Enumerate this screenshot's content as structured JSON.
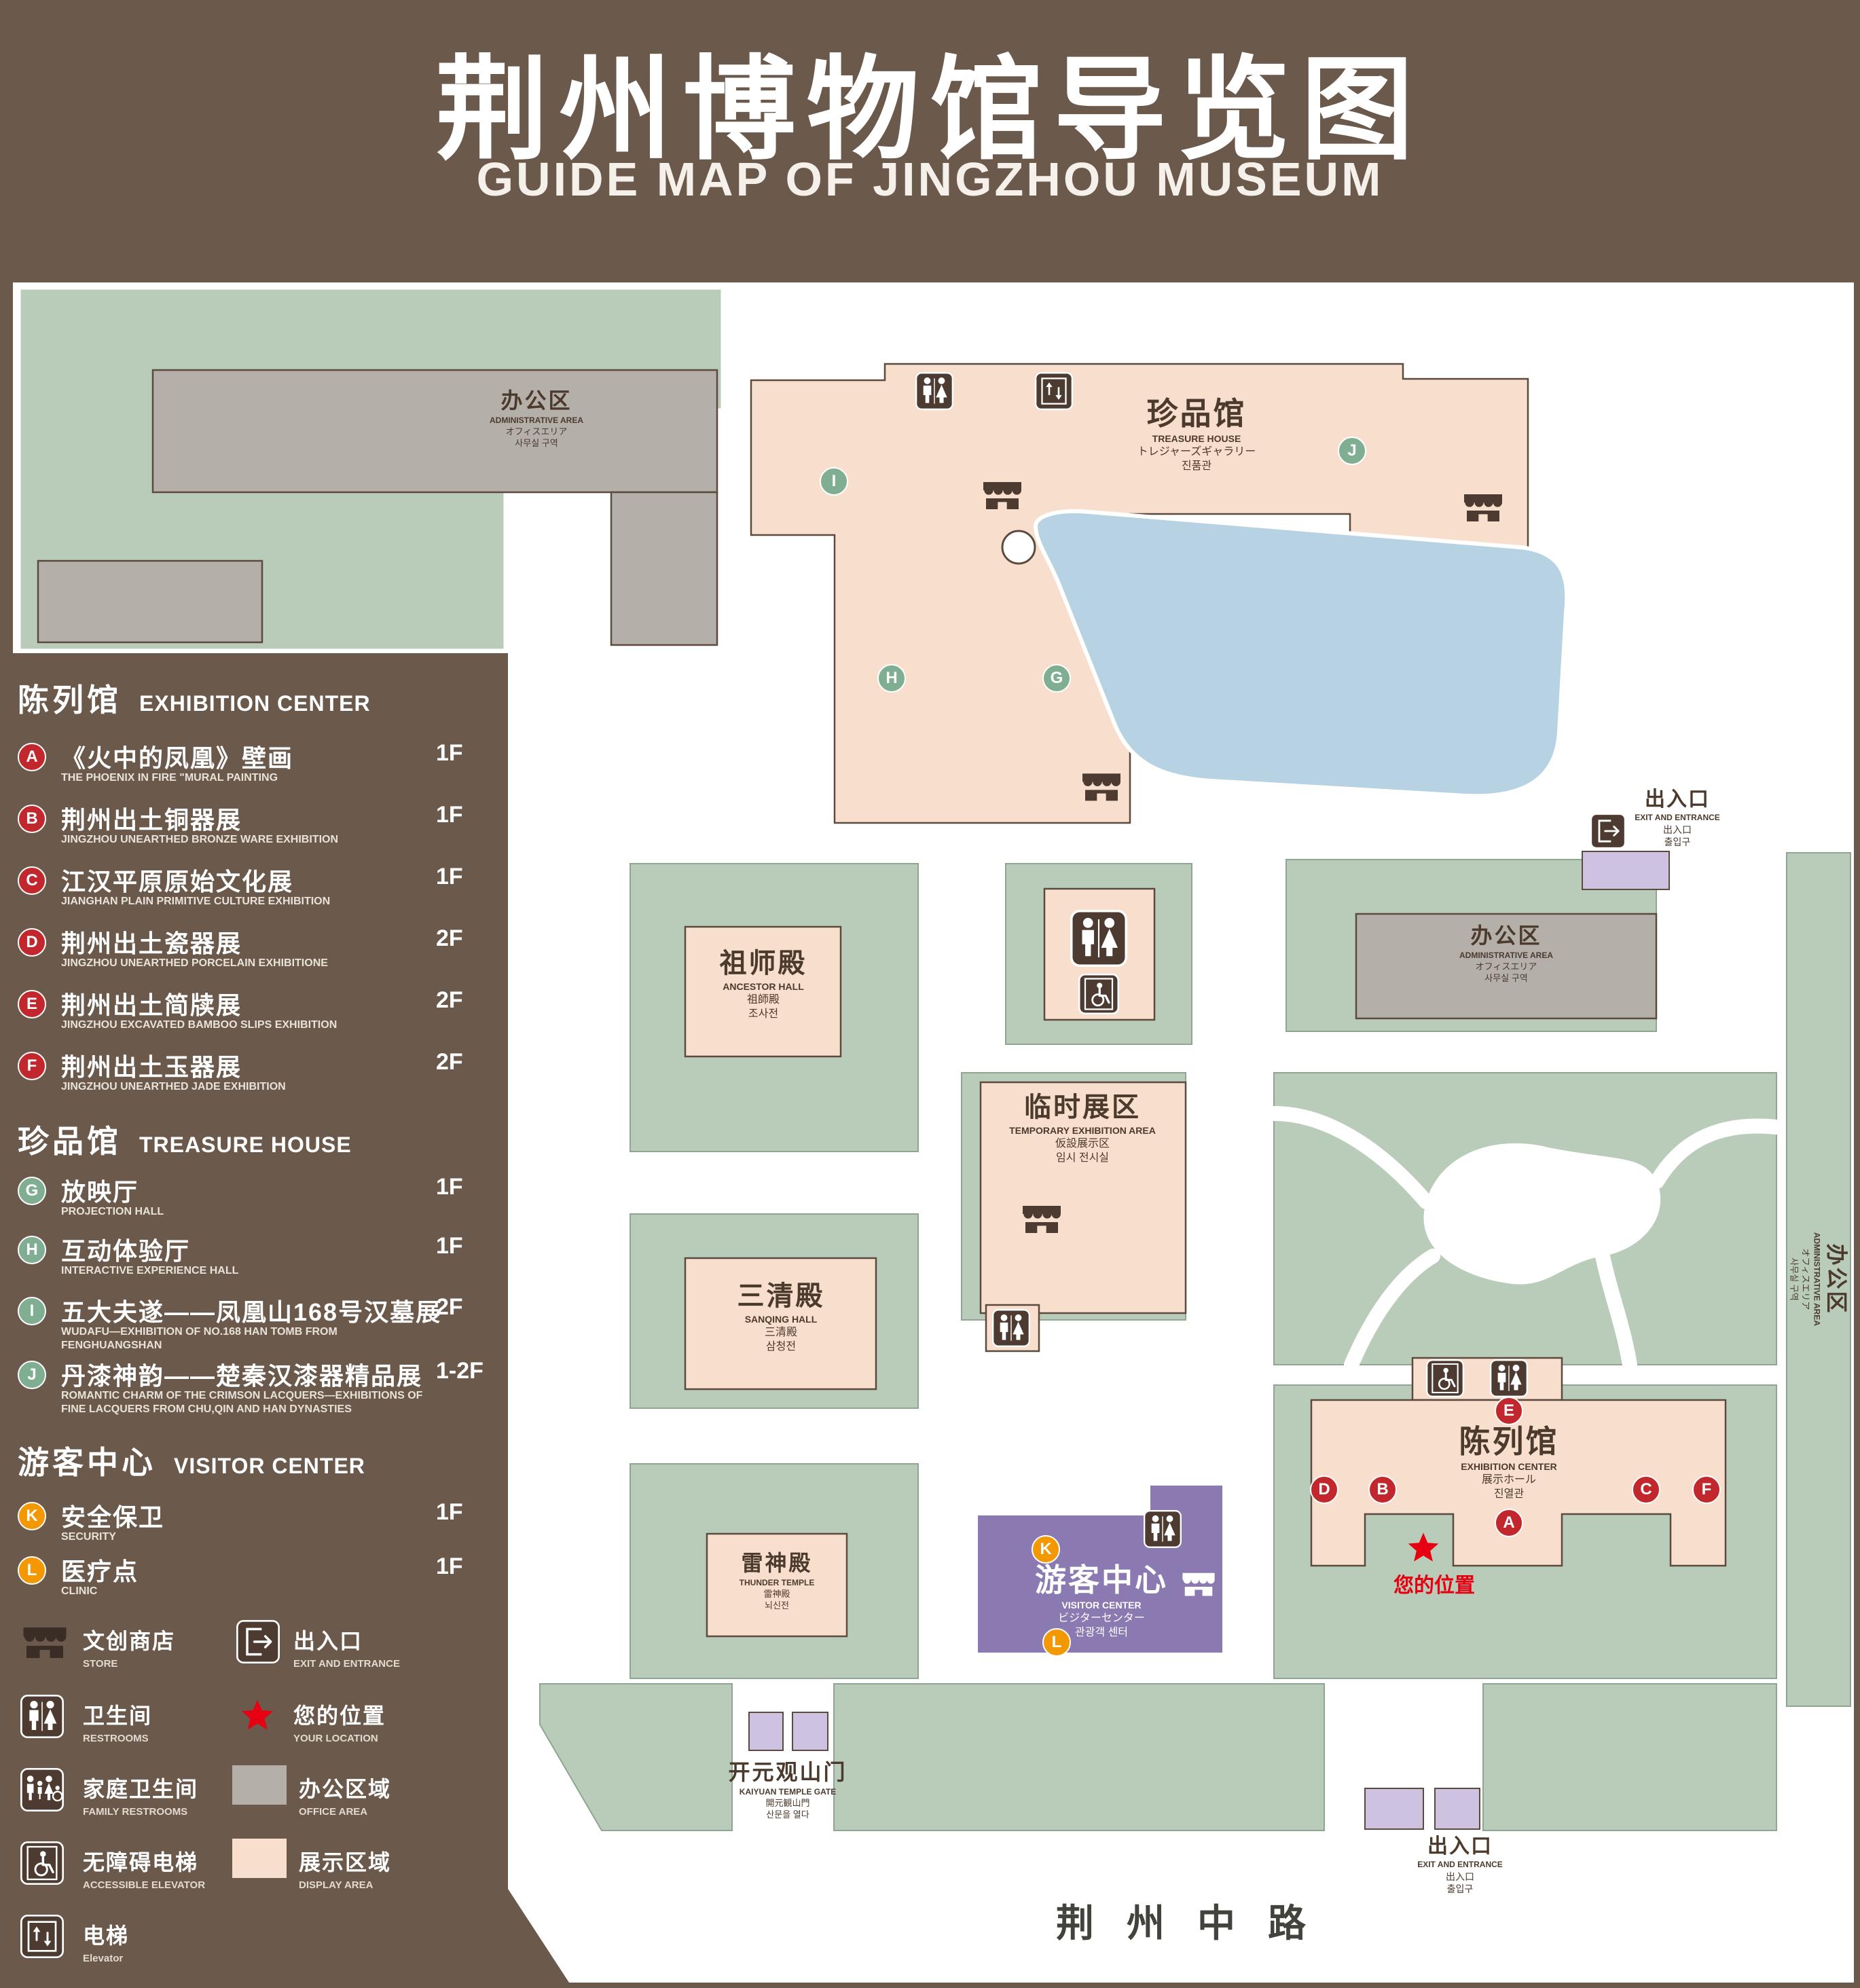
{
  "header": {
    "title": "荆州博物馆导览图",
    "subtitle": "GUIDE MAP OF JINGZHOU MUSEUM"
  },
  "legend": {
    "sections": [
      {
        "zh": "陈列馆",
        "en": "EXHIBITION CENTER"
      },
      {
        "zh": "珍品馆",
        "en": "TREASURE HOUSE"
      },
      {
        "zh": "游客中心",
        "en": "VISITOR CENTER"
      }
    ],
    "items": [
      {
        "letter": "A",
        "zh": "《火中的凤凰》壁画",
        "en": "THE PHOENIX IN FIRE \"MURAL PAINTING",
        "floor": "1F"
      },
      {
        "letter": "B",
        "zh": "荆州出土铜器展",
        "en": "JINGZHOU UNEARTHED BRONZE WARE EXHIBITION",
        "floor": "1F"
      },
      {
        "letter": "C",
        "zh": "江汉平原原始文化展",
        "en": "JIANGHAN PLAIN PRIMITIVE CULTURE EXHIBITION",
        "floor": "1F"
      },
      {
        "letter": "D",
        "zh": "荆州出土瓷器展",
        "en": "JINGZHOU UNEARTHED PORCELAIN EXHIBITIONE",
        "floor": "2F"
      },
      {
        "letter": "E",
        "zh": "荆州出土简牍展",
        "en": "JINGZHOU EXCAVATED BAMBOO SLIPS EXHIBITION",
        "floor": "2F"
      },
      {
        "letter": "F",
        "zh": "荆州出土玉器展",
        "en": "JINGZHOU UNEARTHED JADE EXHIBITION",
        "floor": "2F"
      },
      {
        "letter": "G",
        "zh": "放映厅",
        "en": "PROJECTION HALL",
        "floor": "1F"
      },
      {
        "letter": "H",
        "zh": "互动体验厅",
        "en": "INTERACTIVE EXPERIENCE HALL",
        "floor": "1F"
      },
      {
        "letter": "I",
        "zh": "五大夫遂——凤凰山168号汉墓展",
        "en": "WUDAFU—EXHIBITION OF NO.168 HAN TOMB FROM FENGHUANGSHAN",
        "floor": "2F"
      },
      {
        "letter": "J",
        "zh": "丹漆神韵——楚秦汉漆器精品展",
        "en": "ROMANTIC CHARM OF THE CRIMSON LACQUERS—EXHIBITIONS OF FINE LACQUERS FROM CHU,QIN AND HAN DYNASTIES",
        "floor": "1-2F"
      },
      {
        "letter": "K",
        "zh": "安全保卫",
        "en": "SECURITY",
        "floor": "1F"
      },
      {
        "letter": "L",
        "zh": "医疗点",
        "en": "CLINIC",
        "floor": "1F"
      }
    ],
    "symbols": [
      {
        "zh": "文创商店",
        "en": "STORE"
      },
      {
        "zh": "出入口",
        "en": "EXIT AND ENTRANCE"
      },
      {
        "zh": "卫生间",
        "en": "RESTROOMS"
      },
      {
        "zh": "您的位置",
        "en": "YOUR LOCATION"
      },
      {
        "zh": "家庭卫生间",
        "en": "FAMILY RESTROOMS"
      },
      {
        "zh": "办公区域",
        "en": "OFFICE AREA"
      },
      {
        "zh": "无障碍电梯",
        "en": "ACCESSIBLE ELEVATOR"
      },
      {
        "zh": "展示区域",
        "en": "DISPLAY AREA"
      },
      {
        "zh": "电梯",
        "en": "Elevator"
      }
    ]
  },
  "map": {
    "labels": {
      "admin": {
        "zh": "办公区",
        "en": "ADMINISTRATIVE AREA",
        "ja": "オフィスエリア",
        "ko": "사무실 구역"
      },
      "treasure": {
        "zh": "珍品馆",
        "en": "TREASURE HOUSE",
        "ja": "トレジャーズギャラリー",
        "ko": "진품관"
      },
      "ancestor": {
        "zh": "祖师殿",
        "en": "ANCESTOR HALL",
        "ja": "祖師殿",
        "ko": "조사전"
      },
      "temporary": {
        "zh": "临时展区",
        "en": "TEMPORARY EXHIBITION AREA",
        "ja": "仮設展示区",
        "ko": "임시 전시실"
      },
      "sanqing": {
        "zh": "三清殿",
        "en": "SANQING HALL",
        "ja": "三清殿",
        "ko": "삼청전"
      },
      "exhibition": {
        "zh": "陈列馆",
        "en": "EXHIBITION CENTER",
        "ja": "展示ホール",
        "ko": "진열관"
      },
      "thunder": {
        "zh": "雷神殿",
        "en": "THUNDER TEMPLE",
        "ja": "雷神殿",
        "ko": "뇌신전"
      },
      "visitor": {
        "zh": "游客中心",
        "en": "VISITOR CENTER",
        "ja": "ビジターセンター",
        "ko": "관광객 센터"
      },
      "gate": {
        "zh": "开元观山门",
        "en": "KAIYUAN TEMPLE GATE",
        "ja": "開元観山門",
        "ko": "산문을 열다"
      },
      "exit": {
        "zh": "出入口",
        "en": "EXIT AND ENTRANCE",
        "ja": "出入口",
        "ko": "출입구"
      },
      "road": "荆州中路",
      "your_location": "您的位置"
    },
    "markers": {
      "treasure": [
        "I",
        "J",
        "H",
        "G"
      ],
      "exhibition": [
        "E",
        "D",
        "B",
        "A",
        "C",
        "F"
      ],
      "visitor": [
        "K",
        "L"
      ]
    }
  },
  "colors": {
    "background": "#6b594c",
    "grounds": "#b9ccba",
    "display_area": "#f8dfcd",
    "office_area": "#b4afa9",
    "pond": "#b7d2e2",
    "visitor_center": "#8a7ab1",
    "entrance": "#cdc3e0",
    "marker_red": "#c1272d",
    "marker_green": "#7fae93",
    "marker_orange": "#f39800",
    "location_red": "#e60012"
  }
}
